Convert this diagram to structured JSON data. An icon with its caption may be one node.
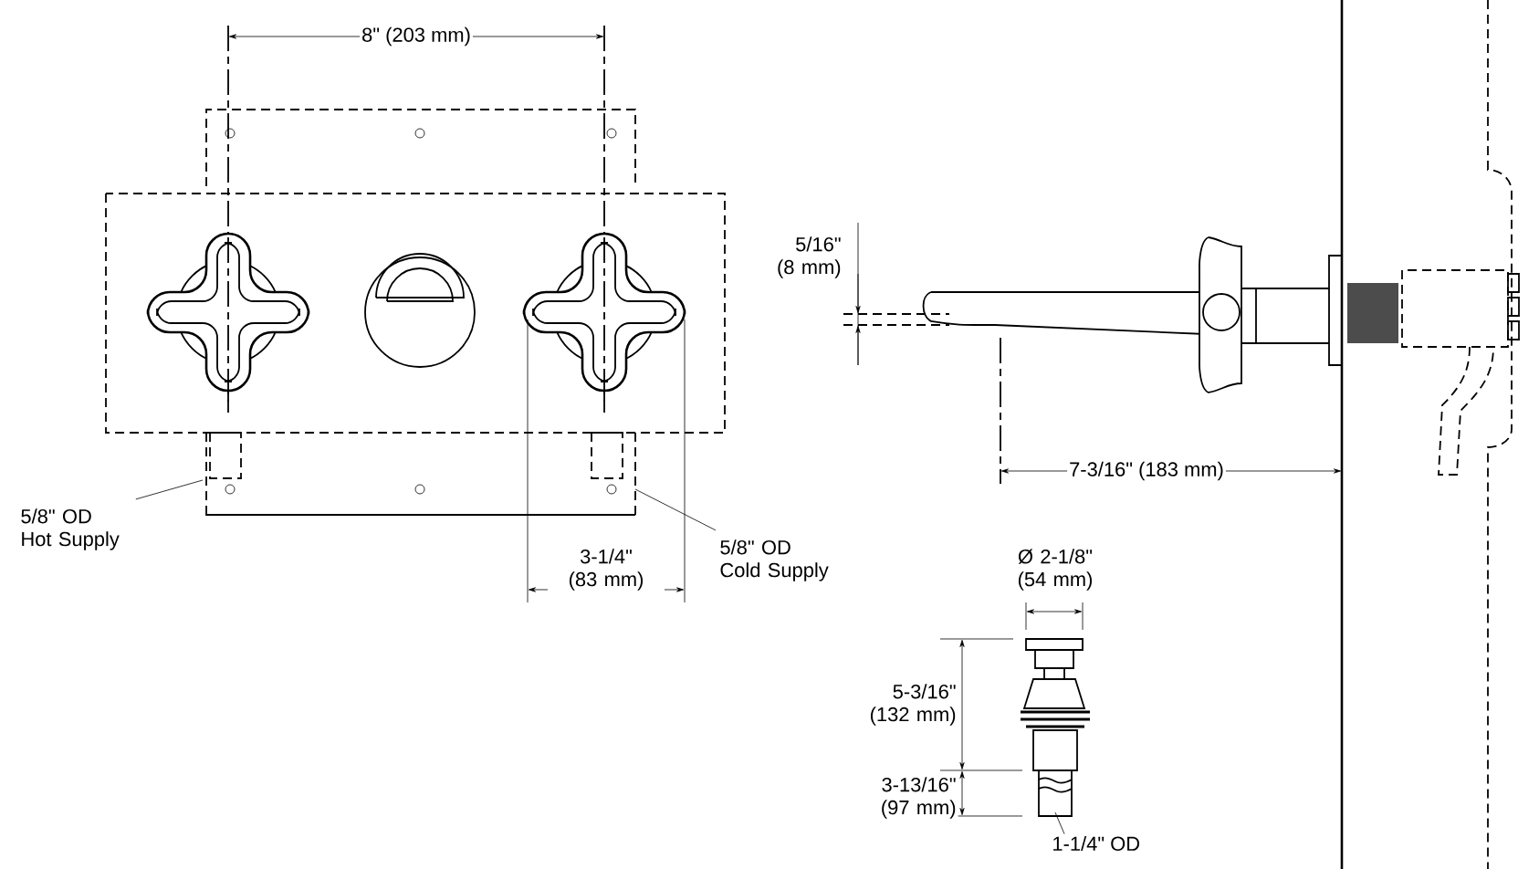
{
  "diagram": {
    "nodes": [
      {
        "text": [
          "5/8\" OD Hot Supply"
        ]
      },
      {
        "text": [
          "5/8\" OD Cold Supply"
        ]
      },
      {
        "text": [
          "1-1/4\" OD"
        ]
      }
    ],
    "edges": [
      {
        "from": 0,
        "to": null,
        "arrow": "none"
      },
      {
        "from": 1,
        "to": null,
        "arrow": "none"
      },
      {
        "from": 2,
        "to": null,
        "arrow": "none"
      }
    ],
    "labels": [
      "8\" (203 mm)",
      "5/16\" (8 mm)",
      "3-1/4\" (83 mm)",
      "7-3/16\" (183 mm)",
      "Ø 2-1/8\" (54 mm)",
      "5-3/16\" (132 mm)",
      "3-13/16\" (97 mm)"
    ]
  }
}
